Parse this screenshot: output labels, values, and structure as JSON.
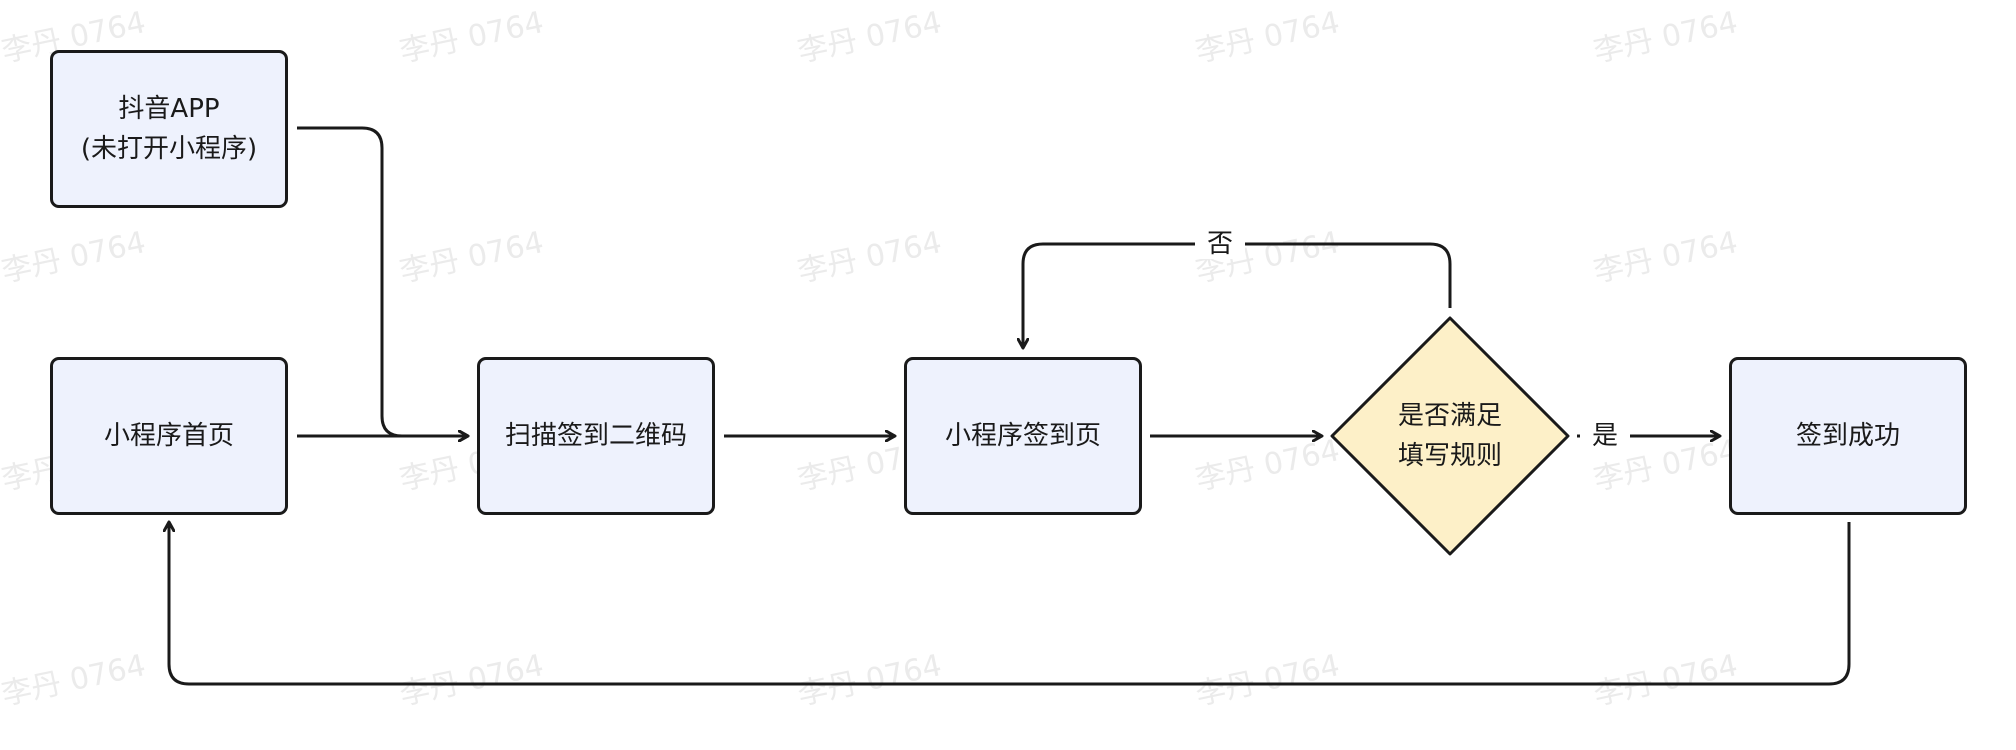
{
  "colors": {
    "box_fill": "#eef2fd",
    "decision_fill": "#fdf0c8",
    "stroke": "#1a1a1a",
    "watermark": "#ebebeb"
  },
  "nodes": {
    "douyin_app": {
      "line1": "抖音APP",
      "line2": "(未打开小程序)"
    },
    "home": {
      "label": "小程序首页"
    },
    "scan": {
      "label": "扫描签到二维码"
    },
    "checkin_page": {
      "label": "小程序签到页"
    },
    "decision": {
      "line1": "是否满足",
      "line2": "填写规则"
    },
    "success": {
      "label": "签到成功"
    }
  },
  "edge_labels": {
    "no": "否",
    "yes": "是"
  },
  "watermark": {
    "text": "李丹 0764"
  }
}
